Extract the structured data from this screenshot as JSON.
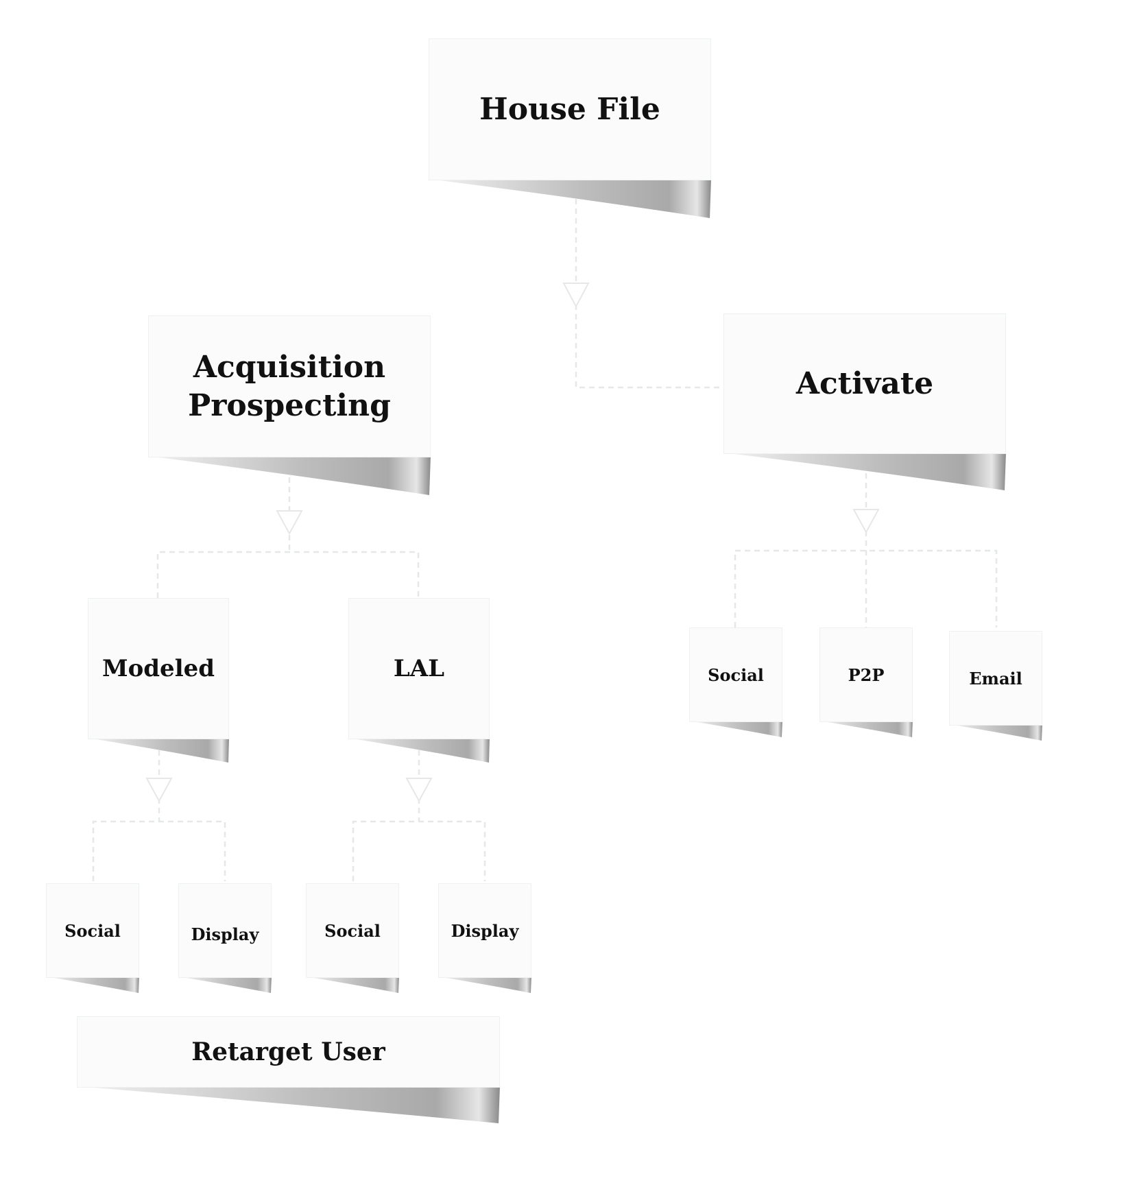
{
  "nodes": {
    "house_file": "House File",
    "acquisition": "Acquisition Prospecting",
    "activate": "Activate",
    "modeled": "Modeled",
    "lal": "LAL",
    "activate_social": "Social",
    "activate_p2p": "P2P",
    "activate_email": "Email",
    "modeled_social": "Social",
    "modeled_display": "Display",
    "lal_social": "Social",
    "lal_display": "Display",
    "retarget": "Retarget User"
  },
  "colors": {
    "card": "#fbfbfb",
    "card_border": "#eef1f1",
    "connector": "#e6e8e8",
    "text": "#111111"
  }
}
